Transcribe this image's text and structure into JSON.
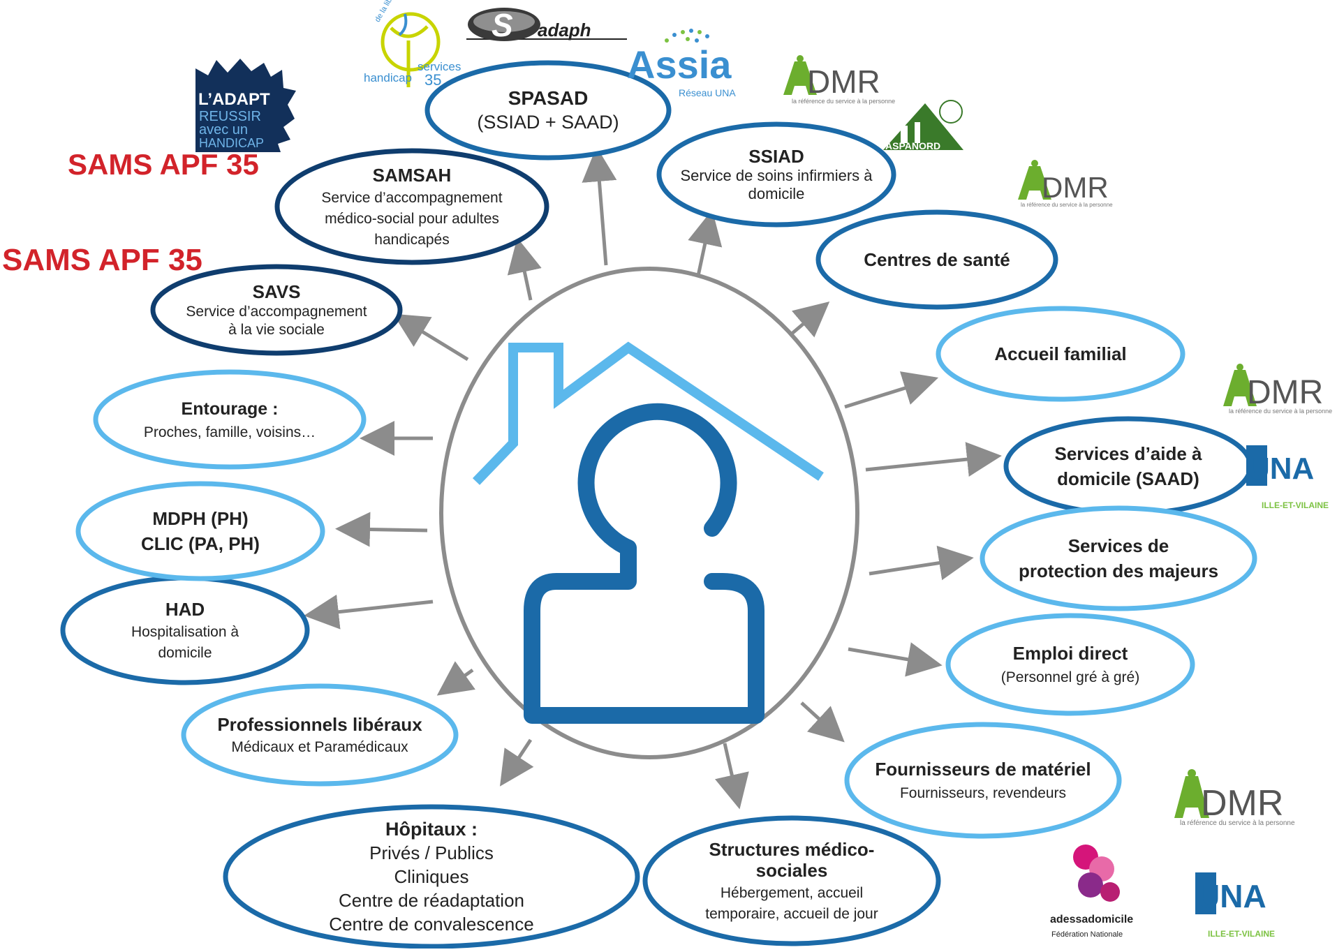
{
  "center": {
    "house_color": "#5bb8ec",
    "person_color": "#1b6aa8",
    "ring_color": "#8c8c8c"
  },
  "colors": {
    "navy": "#0f3d6e",
    "mid": "#1b6aa8",
    "light": "#5bb8ec",
    "arrow": "#8c8c8c",
    "sams_red": "#d2232a",
    "admr_green": "#6cae2e",
    "una_blue": "#1b6aa8",
    "una_green": "#7cc242",
    "adessa_pink": "#d5157a",
    "adessa_purple": "#8a2a8a"
  },
  "nodes": {
    "spasad": {
      "title": "SPASAD",
      "lines": [
        "(SSIAD + SAAD)"
      ]
    },
    "ssiad": {
      "title": "SSIAD",
      "lines": [
        "Service de soins infirmiers à",
        "domicile"
      ]
    },
    "centres_sante": {
      "title": "Centres de santé",
      "lines": []
    },
    "accueil_familial": {
      "title": "Accueil familial",
      "lines": []
    },
    "saad": {
      "title": "Services d’aide à",
      "title2": "domicile (SAAD)",
      "lines": []
    },
    "protection": {
      "title": "Services de",
      "title2": "protection des majeurs",
      "lines": []
    },
    "emploi_direct": {
      "title": "Emploi direct",
      "lines": [
        "(Personnel gré à gré)"
      ]
    },
    "fournisseurs": {
      "title": "Fournisseurs de matériel",
      "lines": [
        "Fournisseurs, revendeurs"
      ]
    },
    "structures": {
      "title": "Structures médico-",
      "title2": "sociales",
      "lines": [
        "Hébergement, accueil",
        "temporaire, accueil de jour"
      ]
    },
    "hopitaux": {
      "title": "Hôpitaux :",
      "lines": [
        "Privés / Publics",
        "Cliniques",
        "Centre de réadaptation",
        "Centre de convalescence"
      ]
    },
    "liberaux": {
      "title": "Professionnels libéraux",
      "lines": [
        "Médicaux et Paramédicaux"
      ]
    },
    "had": {
      "title": "HAD",
      "lines": [
        "Hospitalisation à",
        "domicile"
      ]
    },
    "mdph": {
      "title": "MDPH (PH)",
      "title2": "CLIC (PA, PH)",
      "lines": []
    },
    "entourage": {
      "title": "Entourage :",
      "lines": [
        "Proches, famille, voisins…"
      ]
    },
    "savs": {
      "title": "SAVS",
      "lines": [
        "Service d’accompagnement",
        "à la vie sociale"
      ]
    },
    "samsah": {
      "title": "SAMSAH",
      "lines": [
        "Service d’accompagnement",
        "médico-social pour adultes",
        "handicapés"
      ]
    }
  },
  "logos": {
    "sams1": "SAMS APF 35",
    "sams2": "SAMS APF 35",
    "ladapt": [
      "L’ADAPT",
      "REUSSIR",
      "avec un",
      "HANDICAP"
    ],
    "handicap_services": [
      "handicap",
      "services",
      "35"
    ],
    "handicap_motto": "de la liberté en plus",
    "sadaph": "adaph",
    "sadaph_s": "S",
    "assia": "Assia",
    "assia_sub": "Réseau UNA",
    "admr": "DMR",
    "admr_sub": "la référence du service à la personne",
    "aspanord": "ASPANORD",
    "una": "UNA",
    "una_sub": "ILLE-ET-VILAINE",
    "adessa": "adessadomicile",
    "adessa_sub": "Fédération Nationale"
  }
}
